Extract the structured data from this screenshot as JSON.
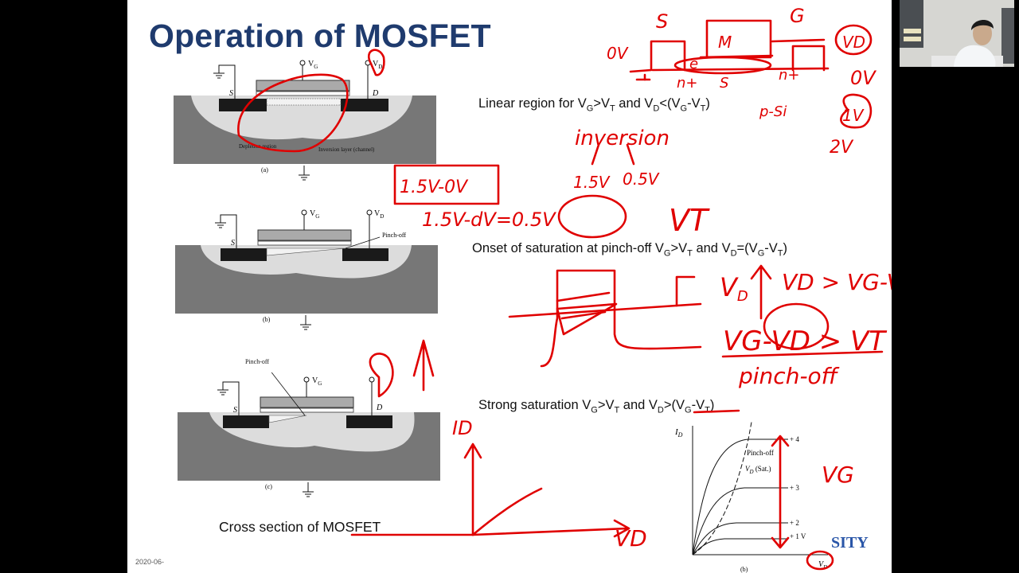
{
  "slide": {
    "title": "Operation of MOSFET",
    "captions": {
      "linear": {
        "pre": "Linear region for V",
        "s1": "G",
        "m1": ">V",
        "s2": "T",
        "m2": " and V",
        "s3": "D",
        "m3": "<(V",
        "s4": "G",
        "m4": "-V",
        "s5": "T",
        "post": ")"
      },
      "onset": {
        "pre": "Onset of saturation at pinch-off V",
        "s1": "G",
        "m1": ">V",
        "s2": "T",
        "m2": " and V",
        "s3": "D",
        "m3": "=(V",
        "s4": "G",
        "m4": "-V",
        "s5": "T",
        "post": ")"
      },
      "strong": {
        "pre": "Strong saturation V",
        "s1": "G",
        "m1": ">V",
        "s2": "T",
        "m2": " and V",
        "s3": "D",
        "m3": ">(V",
        "s4": "G",
        "m4": "-V",
        "s5": "T",
        "post": ")"
      },
      "cross_section": "Cross section of MOSFET"
    },
    "date": "2020-06-",
    "logo_fragment": "SITY"
  },
  "diagrams": {
    "labels": {
      "vg": "V",
      "vg_sub": "G",
      "vd": "V",
      "vd_sub": "D",
      "s": "S",
      "d": "D",
      "pinch_off": "Pinch-off"
    },
    "a": {
      "fig": "(a)",
      "depletion": "Depletion region",
      "inversion": "Inversion layer (channel)"
    },
    "b": {
      "fig": "(b)"
    },
    "c": {
      "fig": "(c)"
    }
  },
  "iv_curve": {
    "y_axis": "I",
    "y_axis_sub": "D",
    "x_axis": "V",
    "x_axis_sub": "D",
    "pinch_off": "Pinch-off",
    "vd_sat": "V",
    "vd_sat_sub": "D",
    "vd_sat_tail": " (Sat.)",
    "curves": [
      "+ 4",
      "+ 3",
      "+ 2",
      "+ 1 V"
    ],
    "fig": "(b)"
  },
  "annotations": {
    "s": "S",
    "g": "G",
    "m": "M",
    "zero_v": "0V",
    "vd": "VD",
    "vd_0v": "0V",
    "vd_1v": "1V",
    "vd_2v": "2V",
    "e": "e",
    "n_plus_l": "n+",
    "s2": "S",
    "n_plus_r": "n+",
    "p_si": "p-Si",
    "inversion": "inversion",
    "v15": "1.5V",
    "v05": "0.5V",
    "boxed": "1.5V-0V",
    "eq": "1.5V-dV=0.5V",
    "vt": "VT",
    "ineq1": "VD > VG-VT",
    "ineq2": "VG-VD > VT",
    "pinch": "pinch-off",
    "id": "ID",
    "vd_axis": "VD",
    "vg": "VG"
  },
  "colors": {
    "title": "#1f3b6e",
    "ink": "#e00000",
    "logo": "#2a56a8",
    "substrate": "#777777",
    "depletion": "#dcdcdc"
  }
}
